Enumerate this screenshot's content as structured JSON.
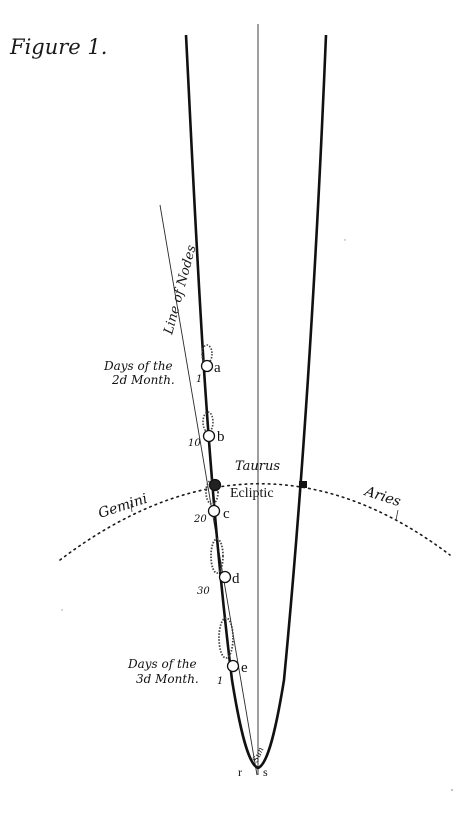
{
  "figure": {
    "title": "Figure 1.",
    "ink": "#1a1a1a"
  },
  "labels": {
    "line_of_nodes": "Line of Nodes",
    "days_second_line1": "Days of the",
    "days_second_line2": "2d Month.",
    "days_third_line1": "Days of the",
    "days_third_line2": "3d Month.",
    "taurus": "Taurus",
    "ecliptic": "Ecliptic",
    "gemini": "Gemini",
    "aries": "Aries",
    "sun": "Sun"
  },
  "positions": {
    "a": {
      "letter": "a",
      "day": "1"
    },
    "b": {
      "letter": "b",
      "day": "10"
    },
    "c": {
      "letter": "c",
      "day": "20"
    },
    "d": {
      "letter": "d",
      "day": "30"
    },
    "e": {
      "letter": "e",
      "day": "1"
    }
  },
  "perihelion": {
    "left": "r",
    "right": "s"
  }
}
